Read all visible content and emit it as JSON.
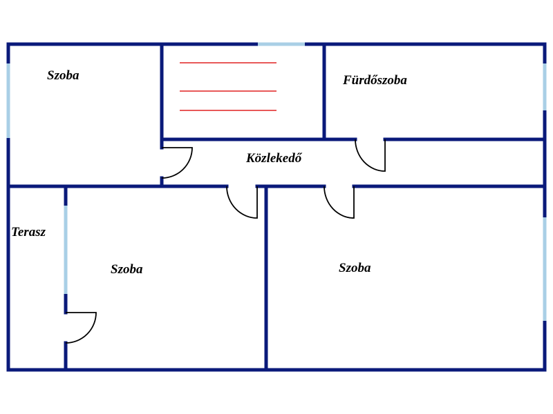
{
  "colors": {
    "wall": "#0a1a7a",
    "window": "#a9cfe6",
    "stairs": "#e02020",
    "door": "#000000",
    "background": "#ffffff"
  },
  "rooms": {
    "szoba_top_left": "Szoba",
    "furdoszoba": "Fürdőszoba",
    "kozlekedo": "Közlekedő",
    "terasz": "Terasz",
    "szoba_bottom_middle": "Szoba",
    "szoba_bottom_right": "Szoba"
  },
  "symbols": {
    "stairs": "stairs-icon",
    "door": "door-swing-icon",
    "window": "window-icon"
  }
}
